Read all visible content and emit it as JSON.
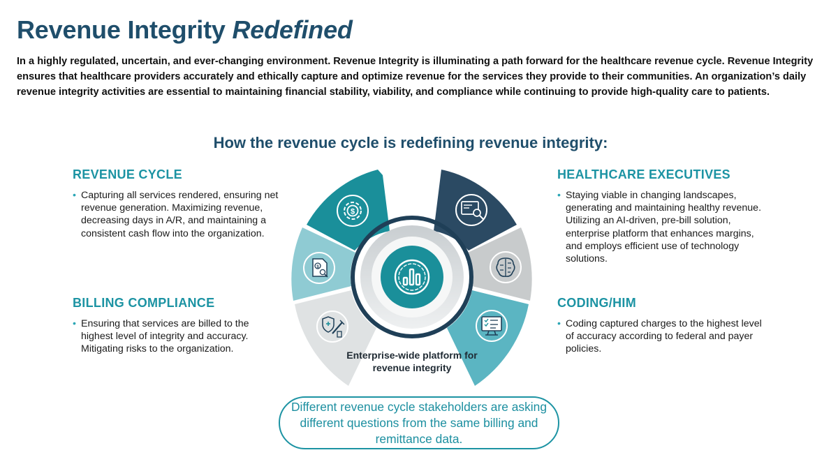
{
  "header": {
    "title_main": "Revenue Integrity ",
    "title_emphasis": "Redefined",
    "intro": "In a highly regulated, uncertain, and ever-changing environment. Revenue Integrity is illuminating a path forward for the healthcare revenue cycle. Revenue Integrity ensures that healthcare providers accurately and ethically capture and optimize revenue for the services they provide to their communities. An organization’s daily revenue integrity activities are essential to maintaining financial stability, viability, and compliance while continuing to provide high-quality care to patients."
  },
  "subtitle": "How the revenue cycle is redefining revenue integrity:",
  "sections": {
    "revenue_cycle": {
      "heading": "REVENUE CYCLE",
      "text": "Capturing all services rendered, ensuring net revenue generation. Maximizing revenue, decreasing days in A/R, and maintaining a consistent cash flow into the organization."
    },
    "billing_compliance": {
      "heading": "BILLING COMPLIANCE",
      "text": "Ensuring that services are billed to the highest level of integrity and accuracy. Mitigating risks to the organization."
    },
    "healthcare_executives": {
      "heading": "HEALTHCARE EXECUTIVES",
      "text": "Staying viable in changing landscapes, generating and maintaining healthy revenue. Utilizing an AI-driven, pre-bill solution, enterprise platform that enhances margins, and employs efficient use of technology solutions."
    },
    "coding_him": {
      "heading": "CODING/HIM",
      "text": "Coding captured charges to the highest level of accuracy according to federal and payer policies."
    }
  },
  "bullet_char": "•",
  "center_label": "Enterprise-wide platform for revenue integrity",
  "callout": "Different revenue cycle stakeholders are asking different questions from the same billing and remittance data.",
  "colors": {
    "title": "#1f4e6b",
    "accent": "#1c93a3",
    "segment_teal_dark": "#1a8f9a",
    "segment_teal_light": "#8fcbd3",
    "segment_gray_light": "#dfe2e3",
    "segment_navy": "#2b4a63",
    "segment_gray_mid": "#c8cbcc",
    "segment_teal_mid": "#5bb5c2"
  },
  "segments": [
    {
      "icon": "gear-dollar-icon",
      "color": "#1a8f9a"
    },
    {
      "icon": "dollar-document-search-icon",
      "color": "#8fcbd3"
    },
    {
      "icon": "shield-syringe-icon",
      "color": "#dfe2e3"
    },
    {
      "icon": "monitor-search-icon",
      "color": "#2b4a63"
    },
    {
      "icon": "brain-circuit-icon",
      "color": "#c8cbcc"
    },
    {
      "icon": "monitor-checklist-icon",
      "color": "#5bb5c2"
    }
  ],
  "center_icon": "bar-chart-circle-icon"
}
